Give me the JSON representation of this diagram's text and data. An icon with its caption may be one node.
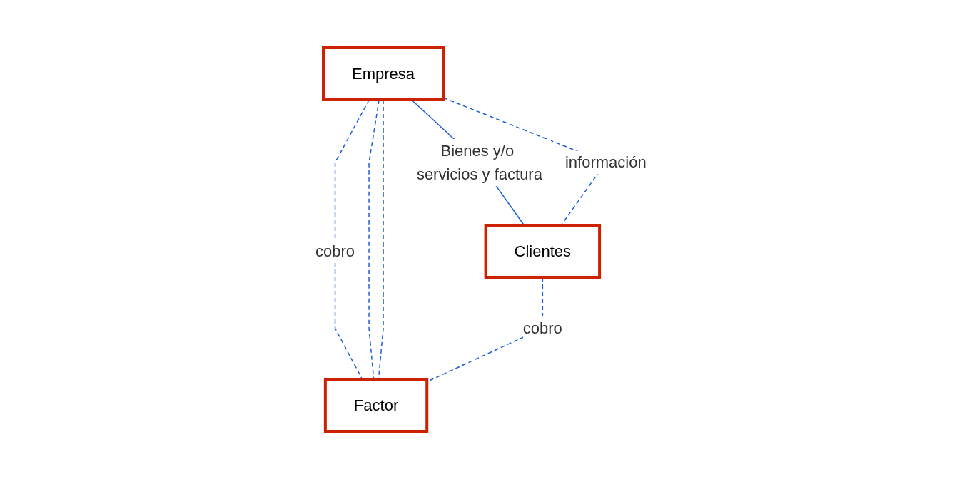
{
  "diagram": {
    "nodes": [
      {
        "text": [
          "Empresa"
        ]
      },
      {
        "text": [
          "Clientes"
        ]
      },
      {
        "text": [
          "Factor"
        ]
      }
    ],
    "edges": [
      {
        "from": 0,
        "to": 1,
        "arrow": "none",
        "label": "Bienes y/o servicios y factura"
      },
      {
        "from": 0,
        "to": 1,
        "arrow": "none",
        "style": "dashed",
        "label": "información"
      },
      {
        "from": 0,
        "to": 2,
        "arrow": "none",
        "style": "dashed",
        "label": "cobro"
      },
      {
        "from": 0,
        "to": 2,
        "arrow": "none",
        "style": "dashed"
      },
      {
        "from": 0,
        "to": 2,
        "arrow": "none",
        "style": "dashed"
      },
      {
        "from": 1,
        "to": 2,
        "arrow": "none",
        "style": "dashed",
        "label": "cobro"
      }
    ]
  }
}
